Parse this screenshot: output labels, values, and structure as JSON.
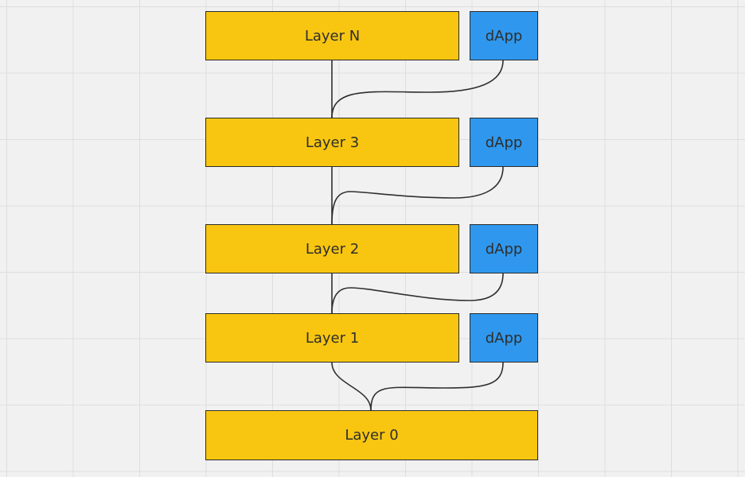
{
  "diagram": {
    "layers": {
      "n": "Layer N",
      "three": "Layer 3",
      "two": "Layer 2",
      "one": "Layer 1",
      "zero": "Layer 0"
    },
    "dapps": {
      "n": "dApp",
      "three": "dApp",
      "two": "dApp",
      "one": "dApp"
    },
    "colors": {
      "layer_fill": "#f8c611",
      "dapp_fill": "#2f98ee",
      "connector": "#2f2f2f",
      "background": "#f1f1f1",
      "grid": "#dedede"
    }
  }
}
